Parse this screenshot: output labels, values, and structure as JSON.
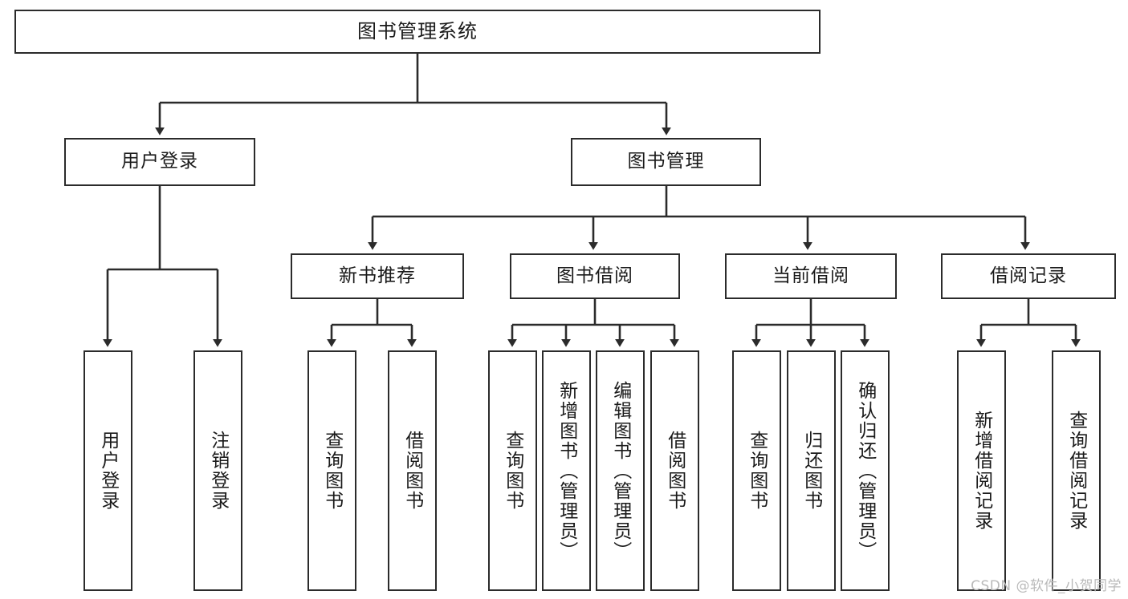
{
  "diagram": {
    "title": "图书管理系统",
    "watermark": "CSDN @软件_小贺同学",
    "stroke_color": "#2b2b2b",
    "background_color": "#ffffff",
    "text_color": "#1a1a1a",
    "watermark_color": "#b9b9b9"
  },
  "root": {
    "label": "图书管理系统"
  },
  "level2": [
    {
      "label": "用户登录"
    },
    {
      "label": "图书管理"
    }
  ],
  "level3": [
    {
      "label": "新书推荐"
    },
    {
      "label": "图书借阅"
    },
    {
      "label": "当前借阅"
    },
    {
      "label": "借阅记录"
    }
  ],
  "leaves": {
    "user_login": [
      {
        "label": "用户登录"
      },
      {
        "label": "注销登录"
      }
    ],
    "new_book_recommend": [
      {
        "label": "查询图书"
      },
      {
        "label": "借阅图书"
      }
    ],
    "book_borrow": [
      {
        "label": "查询图书"
      },
      {
        "label": "新增图书（管理员）"
      },
      {
        "label": "编辑图书（管理员）"
      },
      {
        "label": "借阅图书"
      }
    ],
    "current_borrow": [
      {
        "label": "查询图书"
      },
      {
        "label": "归还图书"
      },
      {
        "label": "确认归还（管理员）"
      }
    ],
    "borrow_record": [
      {
        "label": "新增借阅记录"
      },
      {
        "label": "查询借阅记录"
      }
    ]
  }
}
